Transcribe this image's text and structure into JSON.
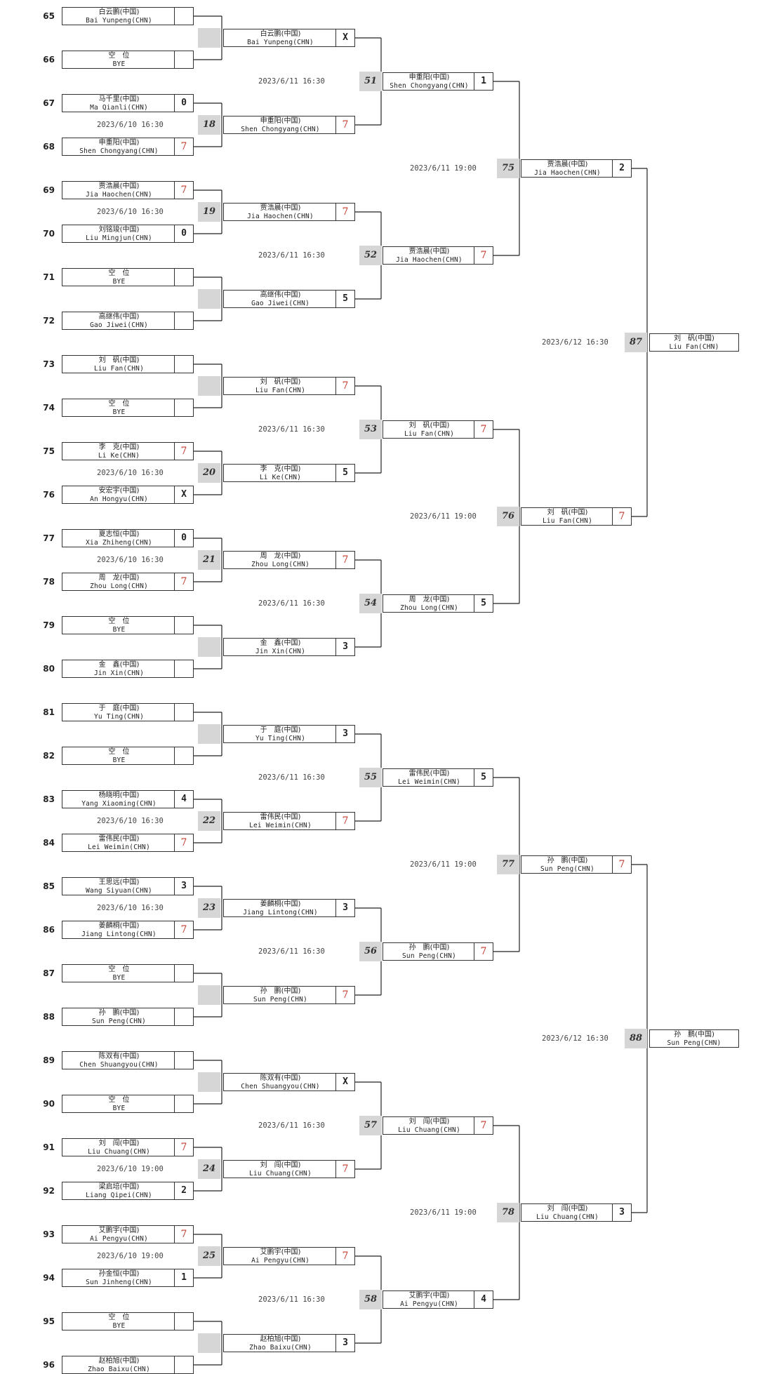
{
  "bracket": {
    "slots": [
      {
        "num": "65",
        "zh": "白云鹏(中国)",
        "en": "Bai Yunpeng(CHN)",
        "score": ""
      },
      {
        "num": "66",
        "zh": "空　位",
        "en": "BYE",
        "score": ""
      },
      {
        "num": "67",
        "zh": "马千里(中国)",
        "en": "Ma Qianli(CHN)",
        "score": "0"
      },
      {
        "num": "68",
        "zh": "申重阳(中国)",
        "en": "Shen Chongyang(CHN)",
        "score": "7"
      },
      {
        "num": "69",
        "zh": "贾浩晨(中国)",
        "en": "Jia Haochen(CHN)",
        "score": "7"
      },
      {
        "num": "70",
        "zh": "刘铭竣(中国)",
        "en": "Liu Mingjun(CHN)",
        "score": "0"
      },
      {
        "num": "71",
        "zh": "空　位",
        "en": "BYE",
        "score": ""
      },
      {
        "num": "72",
        "zh": "高继伟(中国)",
        "en": "Gao Jiwei(CHN)",
        "score": ""
      },
      {
        "num": "73",
        "zh": "刘　矾(中国)",
        "en": "Liu Fan(CHN)",
        "score": ""
      },
      {
        "num": "74",
        "zh": "空　位",
        "en": "BYE",
        "score": ""
      },
      {
        "num": "75",
        "zh": "李　克(中国)",
        "en": "Li Ke(CHN)",
        "score": "7"
      },
      {
        "num": "76",
        "zh": "安宏宇(中国)",
        "en": "An Hongyu(CHN)",
        "score": "X"
      },
      {
        "num": "77",
        "zh": "夏志恒(中国)",
        "en": "Xia Zhiheng(CHN)",
        "score": "0"
      },
      {
        "num": "78",
        "zh": "周　龙(中国)",
        "en": "Zhou Long(CHN)",
        "score": "7"
      },
      {
        "num": "79",
        "zh": "空　位",
        "en": "BYE",
        "score": ""
      },
      {
        "num": "80",
        "zh": "金　鑫(中国)",
        "en": "Jin Xin(CHN)",
        "score": ""
      },
      {
        "num": "81",
        "zh": "于　庭(中国)",
        "en": "Yu Ting(CHN)",
        "score": ""
      },
      {
        "num": "82",
        "zh": "空　位",
        "en": "BYE",
        "score": ""
      },
      {
        "num": "83",
        "zh": "杨晓明(中国)",
        "en": "Yang Xiaoming(CHN)",
        "score": "4"
      },
      {
        "num": "84",
        "zh": "雷伟民(中国)",
        "en": "Lei Weimin(CHN)",
        "score": "7"
      },
      {
        "num": "85",
        "zh": "王思远(中国)",
        "en": "Wang Siyuan(CHN)",
        "score": "3"
      },
      {
        "num": "86",
        "zh": "姜麟桐(中国)",
        "en": "Jiang Lintong(CHN)",
        "score": "7"
      },
      {
        "num": "87",
        "zh": "空　位",
        "en": "BYE",
        "score": ""
      },
      {
        "num": "88",
        "zh": "孙　鹏(中国)",
        "en": "Sun Peng(CHN)",
        "score": ""
      },
      {
        "num": "89",
        "zh": "陈双有(中国)",
        "en": "Chen Shuangyou(CHN)",
        "score": ""
      },
      {
        "num": "90",
        "zh": "空　位",
        "en": "BYE",
        "score": ""
      },
      {
        "num": "91",
        "zh": "刘　闯(中国)",
        "en": "Liu Chuang(CHN)",
        "score": "7"
      },
      {
        "num": "92",
        "zh": "梁启培(中国)",
        "en": "Liang Qipei(CHN)",
        "score": "2"
      },
      {
        "num": "93",
        "zh": "艾鹏宇(中国)",
        "en": "Ai Pengyu(CHN)",
        "score": "7"
      },
      {
        "num": "94",
        "zh": "孙金恒(中国)",
        "en": "Sun Jinheng(CHN)",
        "score": "1"
      },
      {
        "num": "95",
        "zh": "空　位",
        "en": "BYE",
        "score": ""
      },
      {
        "num": "96",
        "zh": "赵柏旭(中国)",
        "en": "Zhao Baixu(CHN)",
        "score": ""
      }
    ],
    "round1": [
      {
        "match": "",
        "time": "",
        "bye": true
      },
      {
        "match": "18",
        "time": "2023/6/10 16:30",
        "bye": false
      },
      {
        "match": "19",
        "time": "2023/6/10 16:30",
        "bye": false
      },
      {
        "match": "",
        "time": "",
        "bye": true
      },
      {
        "match": "",
        "time": "",
        "bye": true
      },
      {
        "match": "20",
        "time": "2023/6/10 16:30",
        "bye": false
      },
      {
        "match": "21",
        "time": "2023/6/10 16:30",
        "bye": false
      },
      {
        "match": "",
        "time": "",
        "bye": true
      },
      {
        "match": "",
        "time": "",
        "bye": true
      },
      {
        "match": "22",
        "time": "2023/6/10 16:30",
        "bye": false
      },
      {
        "match": "23",
        "time": "2023/6/10 16:30",
        "bye": false
      },
      {
        "match": "",
        "time": "",
        "bye": true
      },
      {
        "match": "",
        "time": "",
        "bye": true
      },
      {
        "match": "24",
        "time": "2023/6/10 19:00",
        "bye": false
      },
      {
        "match": "25",
        "time": "2023/6/10 19:00",
        "bye": false
      },
      {
        "match": "",
        "time": "",
        "bye": true
      }
    ],
    "round2_players": [
      {
        "zh": "白云鹏(中国)",
        "en": "Bai Yunpeng(CHN)",
        "score": "X"
      },
      {
        "zh": "申重阳(中国)",
        "en": "Shen Chongyang(CHN)",
        "score": "7"
      },
      {
        "zh": "贾浩晨(中国)",
        "en": "Jia Haochen(CHN)",
        "score": "7"
      },
      {
        "zh": "高继伟(中国)",
        "en": "Gao Jiwei(CHN)",
        "score": "5"
      },
      {
        "zh": "刘　矾(中国)",
        "en": "Liu Fan(CHN)",
        "score": "7"
      },
      {
        "zh": "李　克(中国)",
        "en": "Li Ke(CHN)",
        "score": "5"
      },
      {
        "zh": "周　龙(中国)",
        "en": "Zhou Long(CHN)",
        "score": "7"
      },
      {
        "zh": "金　鑫(中国)",
        "en": "Jin Xin(CHN)",
        "score": "3"
      },
      {
        "zh": "于　庭(中国)",
        "en": "Yu Ting(CHN)",
        "score": "3"
      },
      {
        "zh": "雷伟民(中国)",
        "en": "Lei Weimin(CHN)",
        "score": "7"
      },
      {
        "zh": "姜麟桐(中国)",
        "en": "Jiang Lintong(CHN)",
        "score": "3"
      },
      {
        "zh": "孙　鹏(中国)",
        "en": "Sun Peng(CHN)",
        "score": "7"
      },
      {
        "zh": "陈双有(中国)",
        "en": "Chen Shuangyou(CHN)",
        "score": "X"
      },
      {
        "zh": "刘　闯(中国)",
        "en": "Liu Chuang(CHN)",
        "score": "7"
      },
      {
        "zh": "艾鹏宇(中国)",
        "en": "Ai Pengyu(CHN)",
        "score": "7"
      },
      {
        "zh": "赵柏旭(中国)",
        "en": "Zhao Baixu(CHN)",
        "score": "3"
      }
    ],
    "round2": [
      {
        "match": "51",
        "time": "2023/6/11 16:30"
      },
      {
        "match": "52",
        "time": "2023/6/11 16:30"
      },
      {
        "match": "53",
        "time": "2023/6/11 16:30"
      },
      {
        "match": "54",
        "time": "2023/6/11 16:30"
      },
      {
        "match": "55",
        "time": "2023/6/11 16:30"
      },
      {
        "match": "56",
        "time": "2023/6/11 16:30"
      },
      {
        "match": "57",
        "time": "2023/6/11 16:30"
      },
      {
        "match": "58",
        "time": "2023/6/11 16:30"
      }
    ],
    "round3_players": [
      {
        "zh": "申重阳(中国)",
        "en": "Shen Chongyang(CHN)",
        "score": "1"
      },
      {
        "zh": "贾浩晨(中国)",
        "en": "Jia Haochen(CHN)",
        "score": "7"
      },
      {
        "zh": "刘　矾(中国)",
        "en": "Liu Fan(CHN)",
        "score": "7"
      },
      {
        "zh": "周　龙(中国)",
        "en": "Zhou Long(CHN)",
        "score": "5"
      },
      {
        "zh": "雷伟民(中国)",
        "en": "Lei Weimin(CHN)",
        "score": "5"
      },
      {
        "zh": "孙　鹏(中国)",
        "en": "Sun Peng(CHN)",
        "score": "7"
      },
      {
        "zh": "刘　闯(中国)",
        "en": "Liu Chuang(CHN)",
        "score": "7"
      },
      {
        "zh": "艾鹏宇(中国)",
        "en": "Ai Pengyu(CHN)",
        "score": "4"
      }
    ],
    "round3": [
      {
        "match": "75",
        "time": "2023/6/11 19:00"
      },
      {
        "match": "76",
        "time": "2023/6/11 19:00"
      },
      {
        "match": "77",
        "time": "2023/6/11 19:00"
      },
      {
        "match": "78",
        "time": "2023/6/11 19:00"
      }
    ],
    "round4_players": [
      {
        "zh": "贾浩晨(中国)",
        "en": "Jia Haochen(CHN)",
        "score": "2"
      },
      {
        "zh": "刘　矾(中国)",
        "en": "Liu Fan(CHN)",
        "score": "7"
      },
      {
        "zh": "孙　鹏(中国)",
        "en": "Sun Peng(CHN)",
        "score": "7"
      },
      {
        "zh": "刘　闯(中国)",
        "en": "Liu Chuang(CHN)",
        "score": "3"
      }
    ],
    "round4": [
      {
        "match": "87",
        "time": "2023/6/12 16:30"
      },
      {
        "match": "88",
        "time": "2023/6/12 16:30"
      }
    ],
    "finalists": [
      {
        "zh": "刘　矾(中国)",
        "en": "Liu Fan(CHN)"
      },
      {
        "zh": "孙　鹏(中国)",
        "en": "Sun Peng(CHN)"
      }
    ],
    "colors": {
      "line": "#222222",
      "winner_score": "#c0392b",
      "match_badge": "#d6d6d6"
    }
  }
}
